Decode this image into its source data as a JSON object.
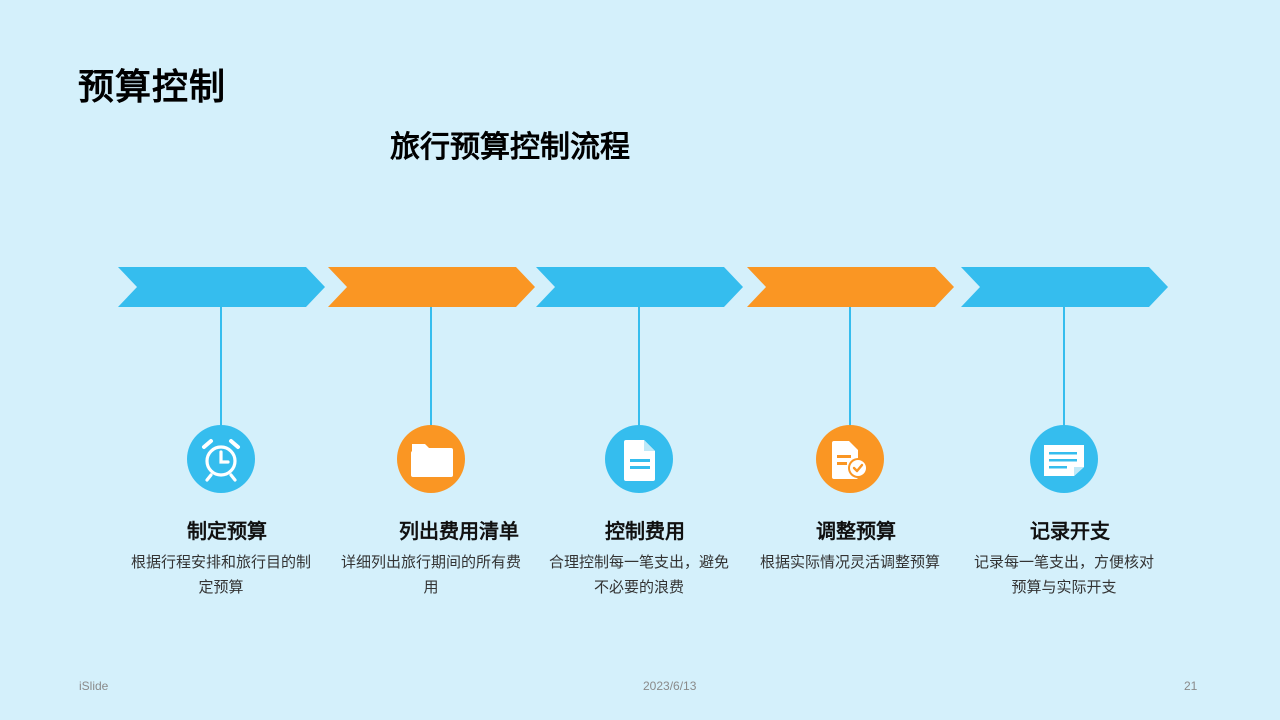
{
  "slide": {
    "title": "预算控制",
    "diagram_title": "旅行预算控制流程"
  },
  "colors": {
    "blue": "#35bdee",
    "orange": "#fa9623",
    "line": "#35bdee",
    "background": "#d4f0fb"
  },
  "steps": [
    {
      "label": "制定预算",
      "description": "根据行程安排和旅行目的制定预算",
      "icon": "alarm-clock-icon",
      "color": "blue"
    },
    {
      "label": "列出费用清单",
      "description": "详细列出旅行期间的所有费用",
      "icon": "folder-icon",
      "color": "orange"
    },
    {
      "label": "控制费用",
      "description": "合理控制每一笔支出，避免不必要的浪费",
      "icon": "document-icon",
      "color": "blue"
    },
    {
      "label": "调整预算",
      "description": "根据实际情况灵活调整预算",
      "icon": "document-check-icon",
      "color": "orange"
    },
    {
      "label": "记录开支",
      "description": "记录每一笔支出，方便核对预算与实际开支",
      "icon": "note-icon",
      "color": "blue"
    }
  ],
  "footer": {
    "brand": "iSlide",
    "date": "2023/6/13",
    "page": "21"
  }
}
